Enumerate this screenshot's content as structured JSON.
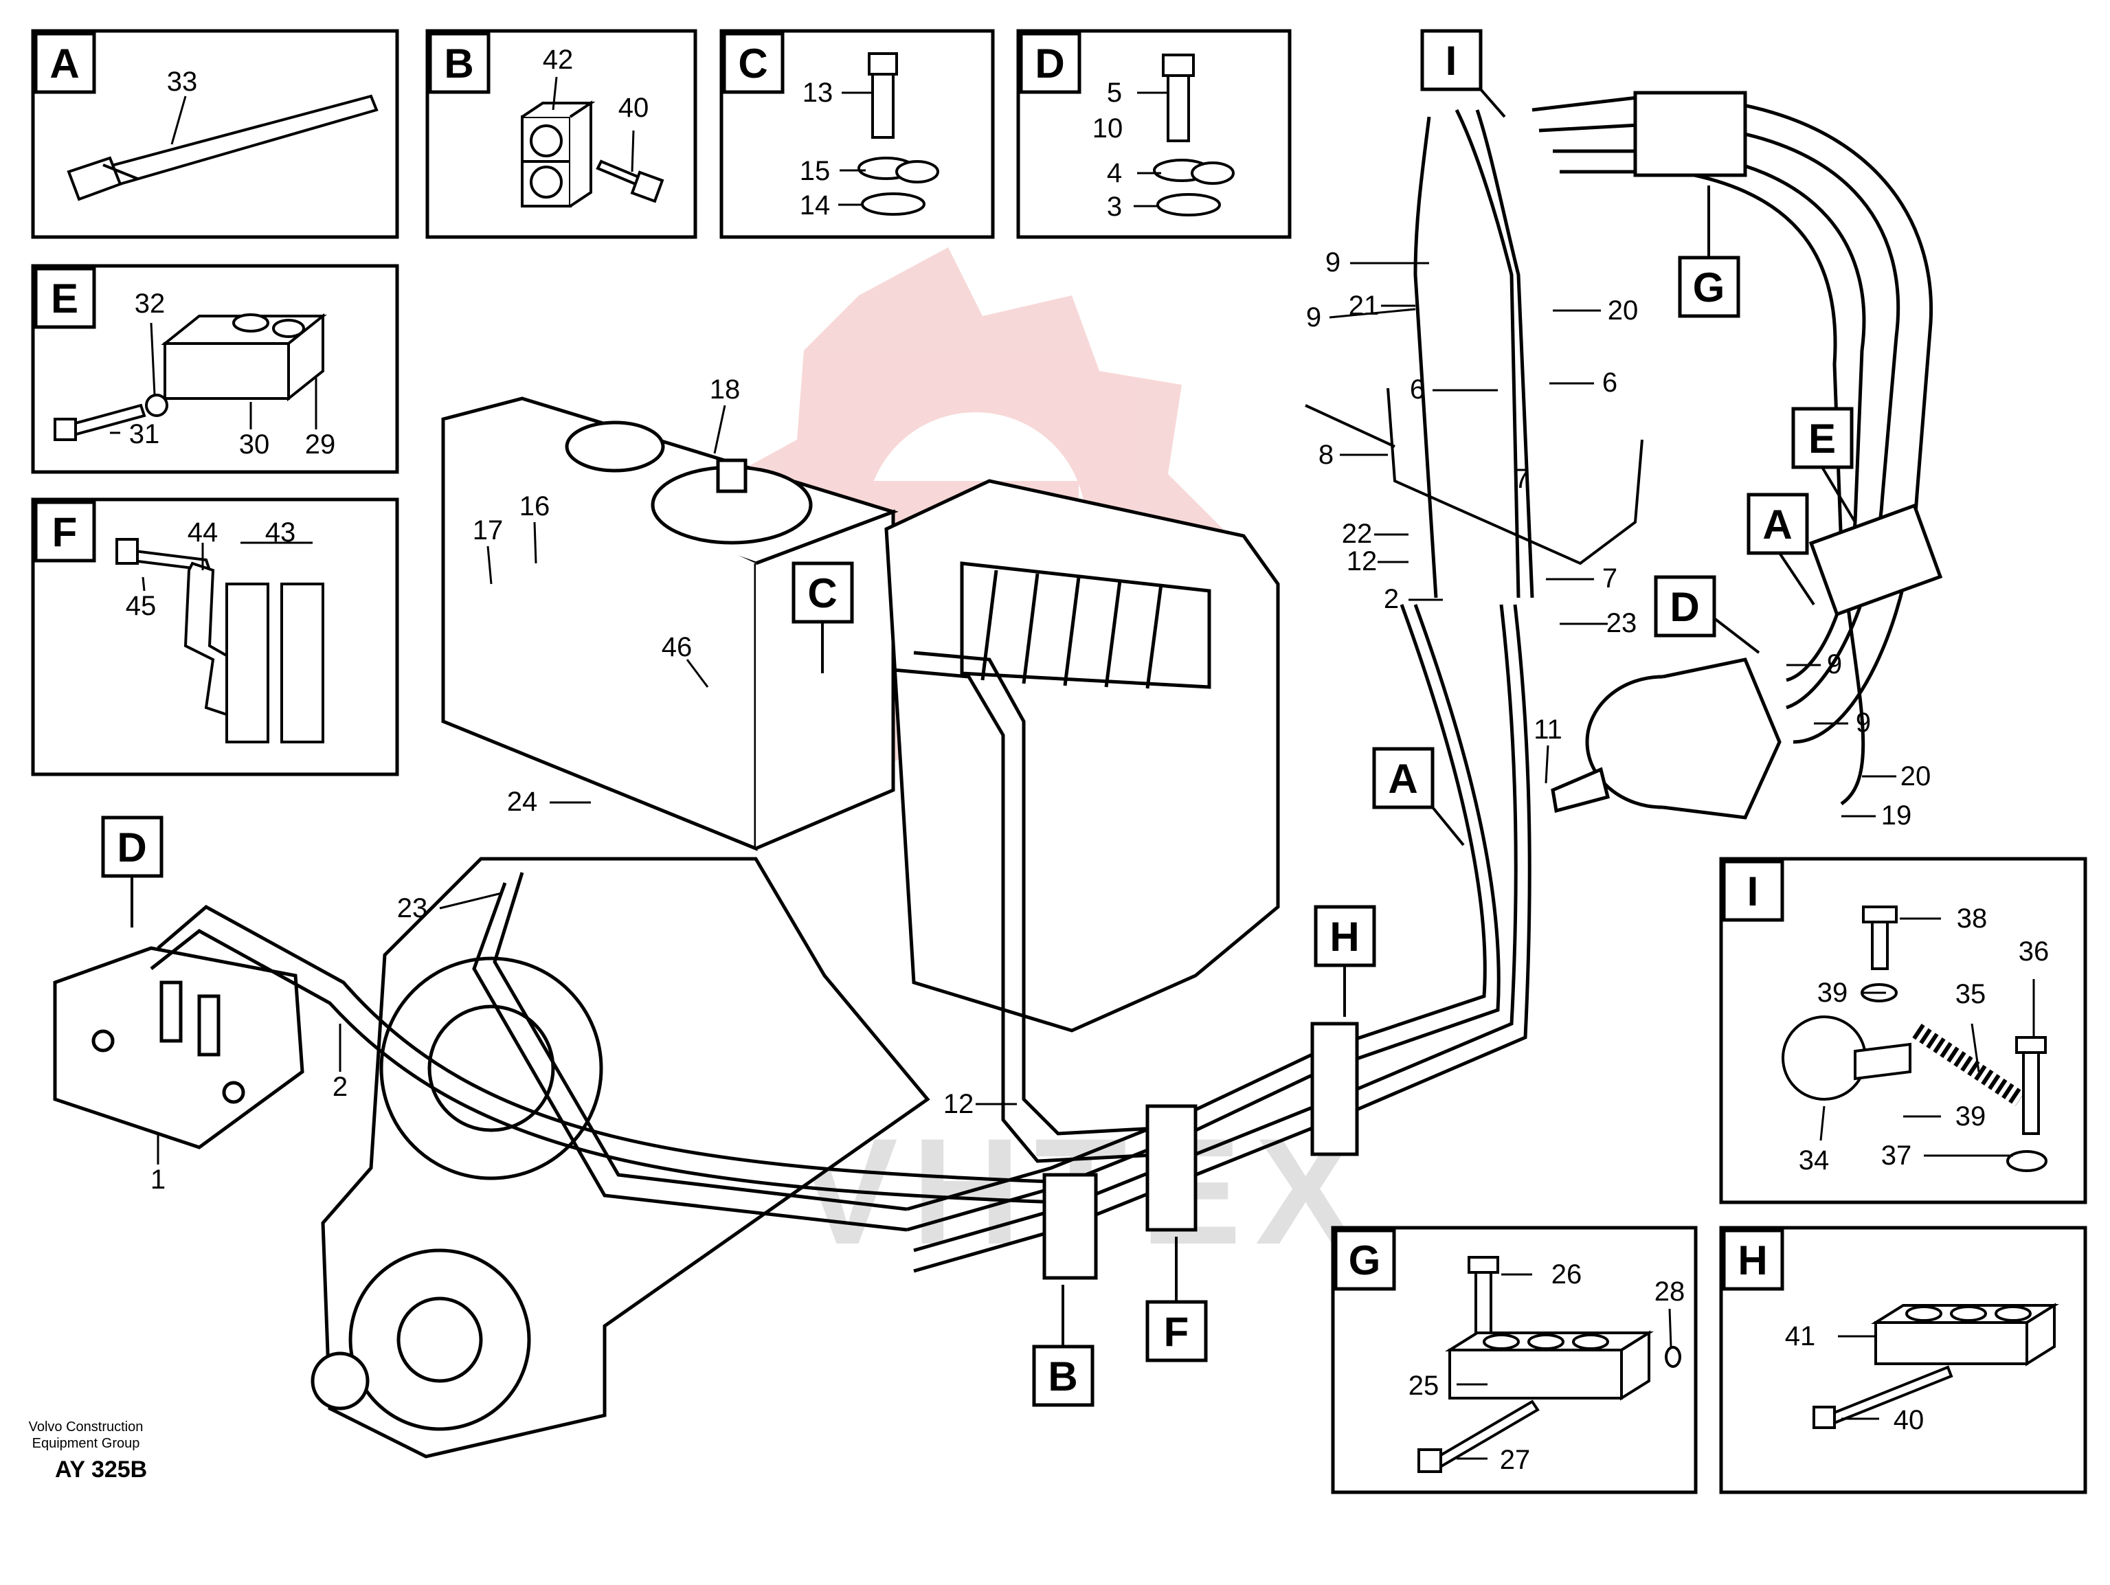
{
  "colors": {
    "ink": "#000000",
    "watermark": "#f3c4c4",
    "watermark_text": "#dddddd"
  },
  "watermark": {
    "text": "VHTEX"
  },
  "footer": {
    "company_line1": "Volvo Construction",
    "company_line2": "Equipment Group",
    "drawing_code": "AY 325B"
  },
  "details": [
    {
      "id": "A",
      "parts": [
        "33"
      ]
    },
    {
      "id": "B",
      "parts": [
        "42",
        "40"
      ]
    },
    {
      "id": "C",
      "parts": [
        "13",
        "15",
        "14"
      ]
    },
    {
      "id": "D",
      "parts": [
        "5",
        "10",
        "4",
        "3"
      ]
    },
    {
      "id": "E",
      "parts": [
        "32",
        "31",
        "30",
        "29"
      ]
    },
    {
      "id": "F",
      "parts": [
        "44",
        "43",
        "45"
      ]
    },
    {
      "id": "I",
      "parts": [
        "38",
        "39",
        "36",
        "35",
        "39",
        "34",
        "37"
      ]
    },
    {
      "id": "G",
      "parts": [
        "26",
        "28",
        "25",
        "27"
      ]
    },
    {
      "id": "H",
      "parts": [
        "41",
        "40"
      ]
    }
  ],
  "callouts": [
    "I",
    "G",
    "E",
    "A",
    "D",
    "C",
    "A",
    "D",
    "H",
    "B",
    "F"
  ],
  "part_labels": [
    "18",
    "17",
    "16",
    "46",
    "24",
    "23",
    "2",
    "12",
    "1",
    "9",
    "9",
    "20",
    "21",
    "6",
    "6",
    "8",
    "7",
    "22",
    "12",
    "7",
    "2",
    "23",
    "9",
    "9",
    "11",
    "20",
    "19"
  ]
}
